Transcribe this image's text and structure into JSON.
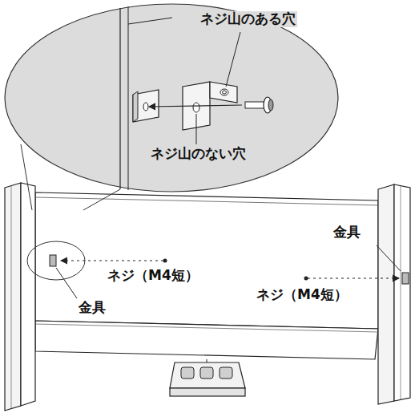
{
  "diagram": {
    "labels": [
      "ネジ山のある穴",
      "ネジ山のない穴",
      "金具",
      "ネジ（M4短）",
      "金具",
      "ネジ（M4短）"
    ]
  }
}
